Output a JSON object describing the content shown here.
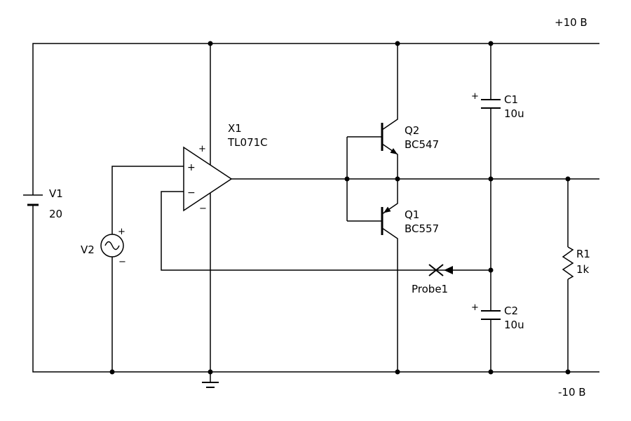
{
  "colors": {
    "background": "#ffffff",
    "wire": "#000000"
  },
  "rails": {
    "positive": "+10 В",
    "negative": "-10 В"
  },
  "components": {
    "v1": {
      "designator": "V1",
      "value": "20"
    },
    "v2": {
      "designator": "V2",
      "plus": "+",
      "minus": "−"
    },
    "x1": {
      "designator": "X1",
      "part": "TL071C",
      "in_plus": "+",
      "in_minus": "−",
      "sup_plus": "+",
      "sup_minus": "−"
    },
    "q2": {
      "designator": "Q2",
      "part": "BC547"
    },
    "q1": {
      "designator": "Q1",
      "part": "BC557"
    },
    "c1": {
      "designator": "C1",
      "value": "10u",
      "plus": "+"
    },
    "c2": {
      "designator": "C2",
      "value": "10u",
      "plus": "+"
    },
    "r1": {
      "designator": "R1",
      "value": "1k"
    },
    "probe1": {
      "designator": "Probe1"
    }
  }
}
